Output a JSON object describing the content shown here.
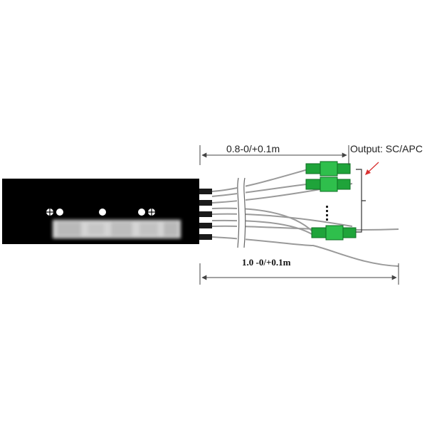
{
  "dimensions": {
    "short_length": "0.8-0/+0.1m",
    "total_length": "1.0 -0/+0.1m"
  },
  "output": {
    "label": "Output: SC/APC",
    "connector_type": "SC/APC",
    "connector_color": "#1fa43a"
  },
  "colors": {
    "module_body": "#000000",
    "fiber": "#9a9a9a",
    "arrow": "#d93030"
  },
  "icons": {
    "label_region": "blurred-label",
    "ellipsis": "vertical-dots-icon"
  }
}
